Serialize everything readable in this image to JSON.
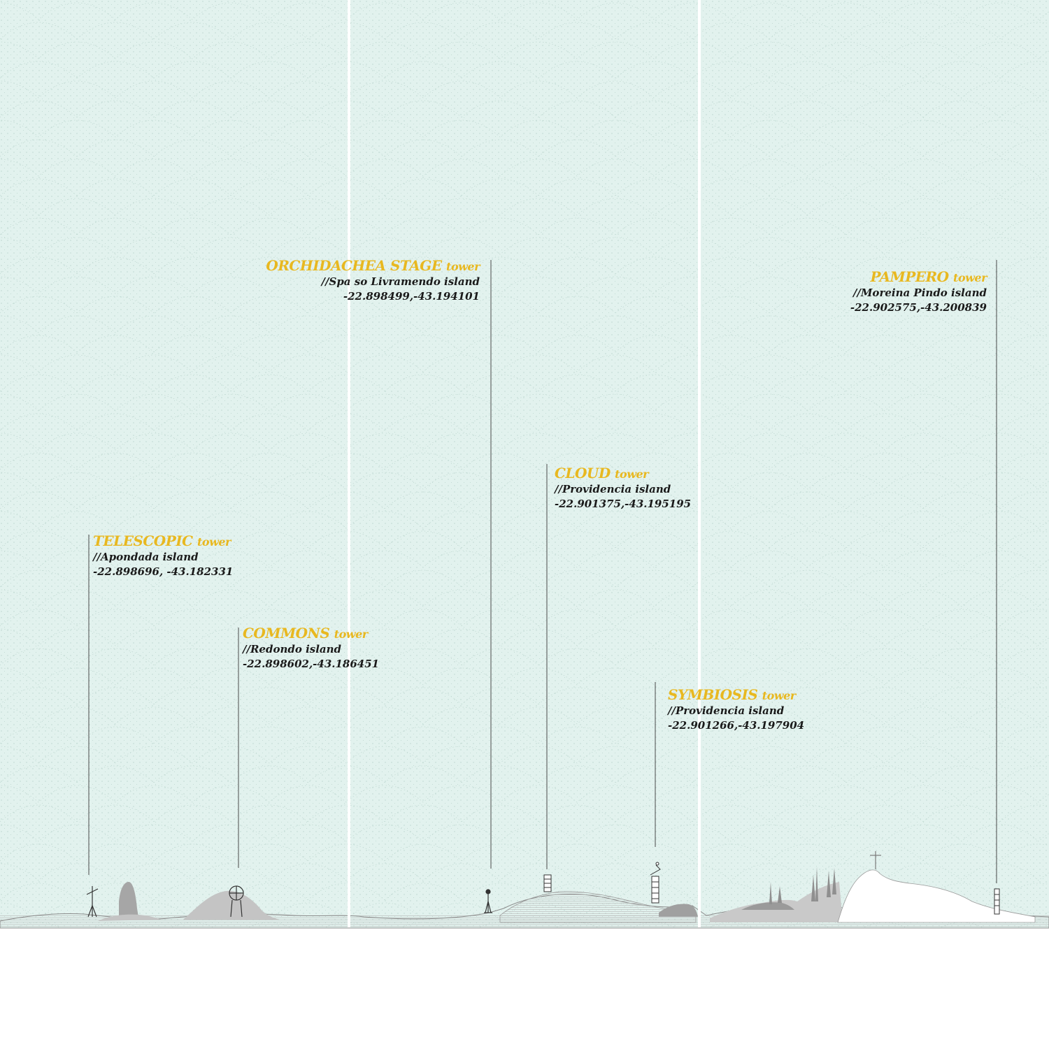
{
  "colors": {
    "sky": "#e2f2ee",
    "sky_dots": "#a9c9c0",
    "divider": "#ffffff",
    "leader": "#4a4a4a",
    "title": "#e8b820",
    "text": "#1a1a1a",
    "ground_line": "#8a8a8a",
    "island_grey": "#b9b9b9",
    "island_dark": "#9a9a9a"
  },
  "towers": [
    {
      "id": "telescopic",
      "name": "TELESCOPIC",
      "suffix": "tower",
      "island": "//Apondada island",
      "coords": "-22.898696, -43.182331"
    },
    {
      "id": "commons",
      "name": "COMMONS",
      "suffix": "tower",
      "island": "//Redondo island",
      "coords": "-22.898602,-43.186451"
    },
    {
      "id": "orchidachea",
      "name": "ORCHIDACHEA STAGE",
      "suffix": "tower",
      "island": "//Spa so Livramendo island",
      "coords": "-22.898499,-43.194101"
    },
    {
      "id": "cloud",
      "name": "CLOUD",
      "suffix": "tower",
      "island": "//Providencia island",
      "coords": "-22.901375,-43.195195"
    },
    {
      "id": "symbiosis",
      "name": "SYMBIOSIS",
      "suffix": "tower",
      "island": "//Providencia island",
      "coords": "-22.901266,-43.197904"
    },
    {
      "id": "pampero",
      "name": "PAMPERO",
      "suffix": "tower",
      "island": "//Moreina Pindo island",
      "coords": "-22.902575,-43.200839"
    }
  ]
}
